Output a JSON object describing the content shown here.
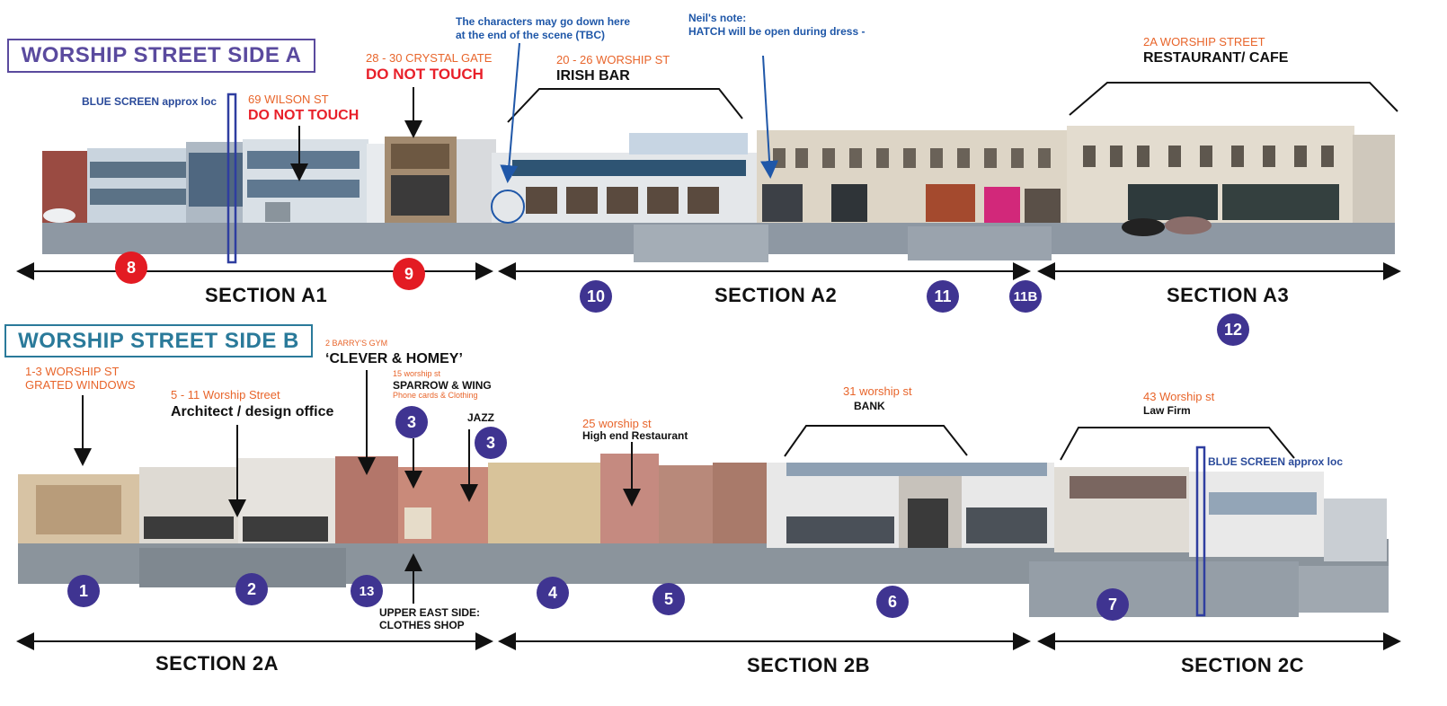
{
  "colors": {
    "side_a": "#5a4a9e",
    "side_b": "#2a7a9a",
    "marker_purple": "#3f3491",
    "marker_red": "#e31b23",
    "orange_text": "#e8652b",
    "blue_note": "#1f57a8"
  },
  "side_a": {
    "title": "WORSHIP STREET SIDE A",
    "blue_screen": "BLUE SCREEN approx loc",
    "wilson_address": "69 WILSON ST",
    "wilson_warning": "DO NOT TOUCH",
    "crystal_address": "28 - 30 CRYSTAL GATE",
    "crystal_warning": "DO NOT TOUCH",
    "characters_note_1": "The characters may go down here",
    "characters_note_2": "at the end of the scene (TBC)",
    "irish_address": "20 - 26 WORSHIP ST",
    "irish_name": "IRISH BAR",
    "neil_note_1": "Neil's note:",
    "neil_note_2": "HATCH will be open during dress -",
    "cafe_address": "2A WORSHIP STREET",
    "cafe_name": "RESTAURANT/ CAFE",
    "sections": [
      "SECTION A1",
      "SECTION A2",
      "SECTION A3"
    ],
    "markers": [
      "8",
      "9",
      "10",
      "11",
      "11B",
      "12"
    ]
  },
  "side_b": {
    "title": "WORSHIP STREET SIDE B",
    "grated_address": "1-3 WORSHIP ST",
    "grated_desc": "GRATED WINDOWS",
    "architect_address": "5 - 11 Worship Street",
    "architect_name": "Architect / design office",
    "gym_address": "2 BARRY'S GYM",
    "gym_name": "‘CLEVER & HOMEY’",
    "sparrow_address": "15 worship st",
    "sparrow_name": "SPARROW & WING",
    "sparrow_desc": "Phone cards & Clothing",
    "jazz": "JAZZ",
    "restaurant_address": "25 worship st",
    "restaurant_name": "High end Restaurant",
    "bank_address": "31 worship st",
    "bank_name": "BANK",
    "law_address": "43 Worship st",
    "law_name": "Law Firm",
    "blue_screen": "BLUE SCREEN approx loc",
    "clothes_1": "UPPER EAST SIDE:",
    "clothes_2": "CLOTHES SHOP",
    "sections": [
      "SECTION 2A",
      "SECTION 2B",
      "SECTION 2C"
    ],
    "markers": [
      "1",
      "2",
      "13",
      "3",
      "3",
      "4",
      "5",
      "6",
      "7"
    ]
  }
}
